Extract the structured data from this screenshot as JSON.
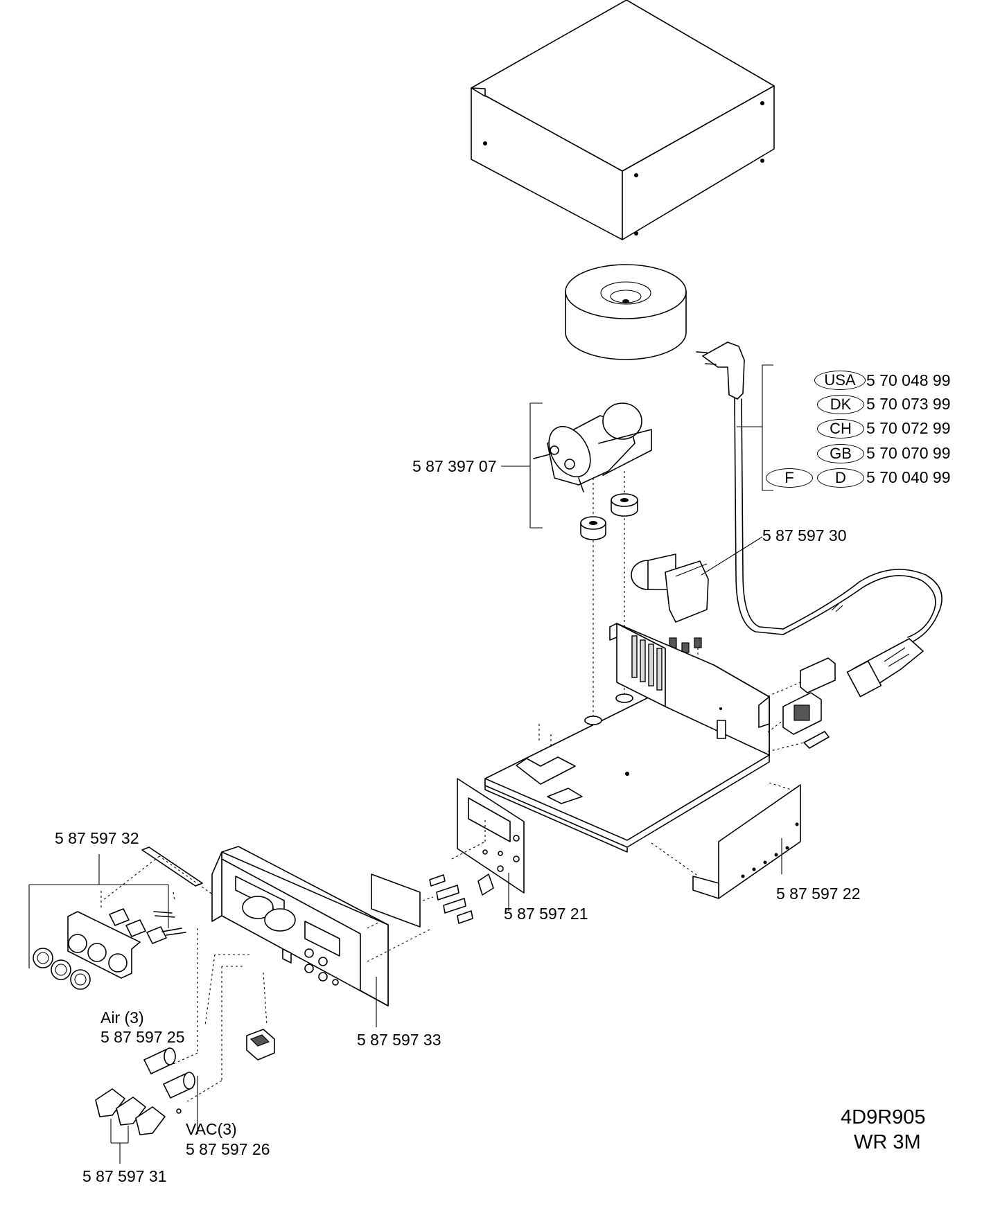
{
  "diagram": {
    "country_variants": [
      {
        "country": "USA",
        "code": "5 70 048 99"
      },
      {
        "country": "DK",
        "code": "5 70 073 99"
      },
      {
        "country": "CH",
        "code": "5 70 072 99"
      },
      {
        "country": "GB",
        "code": "5 70 070 99"
      },
      {
        "country": "F",
        "country_b": "D",
        "code": "5 70 040 99"
      }
    ],
    "part_labels": {
      "pump": "5 87 397 07",
      "relay": "5 87 597 30",
      "bracket": "5 87 597 32",
      "pcb_bracket": "5 87 597 21",
      "side_panel": "5 87 597 22",
      "front_panel": "5 87 597 33",
      "air_title": "Air (3)",
      "air_code": "5 87 597 25",
      "vac_title": "VAC(3)",
      "vac_code": "5 87 597 26",
      "connector": "5 87 597 31"
    },
    "doc_id": "4D9R905",
    "model": "WR 3M"
  }
}
